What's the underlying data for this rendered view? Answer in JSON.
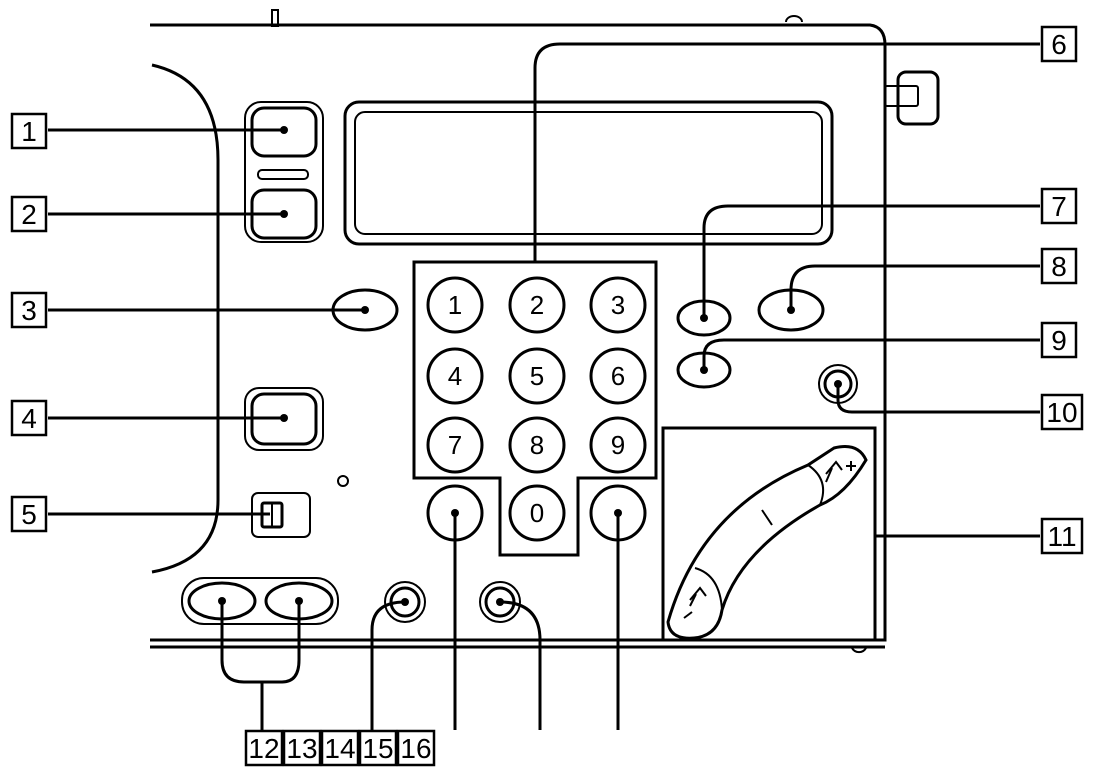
{
  "callouts": [
    "1",
    "2",
    "3",
    "4",
    "5",
    "6",
    "7",
    "8",
    "9",
    "10",
    "11",
    "12",
    "13",
    "14",
    "15",
    "16"
  ],
  "keypad": [
    "1",
    "2",
    "3",
    "4",
    "5",
    "6",
    "7",
    "8",
    "9",
    "0"
  ]
}
